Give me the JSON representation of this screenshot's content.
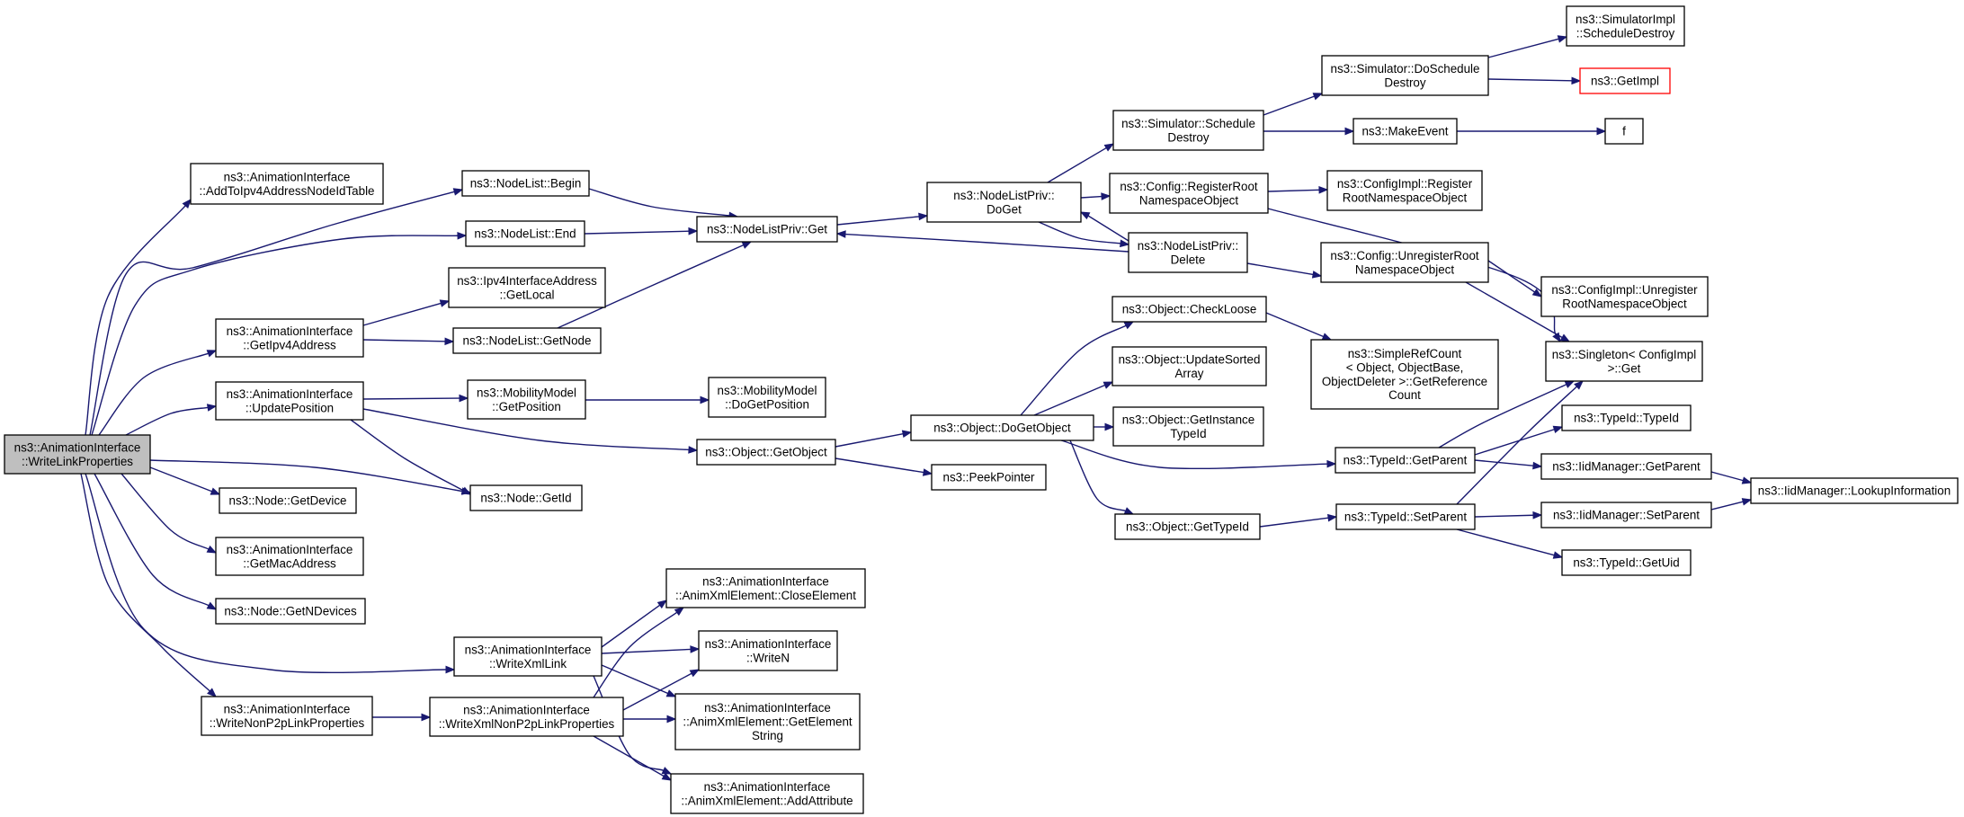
{
  "graph": {
    "colors": {
      "edge": "#191970",
      "root_fill": "#bfbfbf",
      "node_border": "#000000",
      "missing_border": "#ff0000"
    },
    "nodes": [
      {
        "id": "root",
        "lines": [
          "ns3::AnimationInterface",
          "::WriteLinkProperties"
        ],
        "style": "root"
      },
      {
        "id": "addIpv4",
        "lines": [
          "ns3::AnimationInterface",
          "::AddToIpv4AddressNodeIdTable"
        ]
      },
      {
        "id": "getIpv4Addr",
        "lines": [
          "ns3::AnimationInterface",
          "::GetIpv4Address"
        ]
      },
      {
        "id": "updatePos",
        "lines": [
          "ns3::AnimationInterface",
          "::UpdatePosition"
        ]
      },
      {
        "id": "getDevice",
        "lines": [
          "ns3::Node::GetDevice"
        ]
      },
      {
        "id": "getMac",
        "lines": [
          "ns3::AnimationInterface",
          "::GetMacAddress"
        ]
      },
      {
        "id": "getNDev",
        "lines": [
          "ns3::Node::GetNDevices"
        ]
      },
      {
        "id": "writeNonP2p",
        "lines": [
          "ns3::AnimationInterface",
          "::WriteNonP2pLinkProperties"
        ]
      },
      {
        "id": "nlBegin",
        "lines": [
          "ns3::NodeList::Begin"
        ]
      },
      {
        "id": "nlEnd",
        "lines": [
          "ns3::NodeList::End"
        ]
      },
      {
        "id": "ipv4Local",
        "lines": [
          "ns3::Ipv4InterfaceAddress",
          "::GetLocal"
        ]
      },
      {
        "id": "nlGetNode",
        "lines": [
          "ns3::NodeList::GetNode"
        ]
      },
      {
        "id": "mmGetPos",
        "lines": [
          "ns3::MobilityModel",
          "::GetPosition"
        ]
      },
      {
        "id": "nodeGetId",
        "lines": [
          "ns3::Node::GetId"
        ]
      },
      {
        "id": "writeXmlLink",
        "lines": [
          "ns3::AnimationInterface",
          "::WriteXmlLink"
        ]
      },
      {
        "id": "writeXmlNonP2p",
        "lines": [
          "ns3::AnimationInterface",
          "::WriteXmlNonP2pLinkProperties"
        ]
      },
      {
        "id": "nlpGet",
        "lines": [
          "ns3::NodeListPriv::Get"
        ]
      },
      {
        "id": "mmDoGetPos",
        "lines": [
          "ns3::MobilityModel",
          "::DoGetPosition"
        ]
      },
      {
        "id": "objGetObject",
        "lines": [
          "ns3::Object::GetObject"
        ]
      },
      {
        "id": "closeElem",
        "lines": [
          "ns3::AnimationInterface",
          "::AnimXmlElement::CloseElement"
        ]
      },
      {
        "id": "writeN",
        "lines": [
          "ns3::AnimationInterface",
          "::WriteN"
        ]
      },
      {
        "id": "getElemStr",
        "lines": [
          "ns3::AnimationInterface",
          "::AnimXmlElement::GetElement",
          "String"
        ]
      },
      {
        "id": "addAttr",
        "lines": [
          "ns3::AnimationInterface",
          "::AnimXmlElement::AddAttribute"
        ]
      },
      {
        "id": "nlpDoGet",
        "lines": [
          "ns3::NodeListPriv::",
          "DoGet"
        ]
      },
      {
        "id": "objDoGetObject",
        "lines": [
          "ns3::Object::DoGetObject"
        ]
      },
      {
        "id": "peekPtr",
        "lines": [
          "ns3::PeekPointer"
        ]
      },
      {
        "id": "simSchedDestroy",
        "lines": [
          "ns3::Simulator::Schedule",
          "Destroy"
        ]
      },
      {
        "id": "cfgRegRoot",
        "lines": [
          "ns3::Config::RegisterRoot",
          "NamespaceObject"
        ]
      },
      {
        "id": "nlpDelete",
        "lines": [
          "ns3::NodeListPriv::",
          "Delete"
        ]
      },
      {
        "id": "objCheckLoose",
        "lines": [
          "ns3::Object::CheckLoose"
        ]
      },
      {
        "id": "objUpdSorted",
        "lines": [
          "ns3::Object::UpdateSorted",
          "Array"
        ]
      },
      {
        "id": "objGetInst",
        "lines": [
          "ns3::Object::GetInstance",
          "TypeId"
        ]
      },
      {
        "id": "objGetTypeId",
        "lines": [
          "ns3::Object::GetTypeId"
        ]
      },
      {
        "id": "simDoSched",
        "lines": [
          "ns3::Simulator::DoSchedule",
          "Destroy"
        ]
      },
      {
        "id": "makeEvent",
        "lines": [
          "ns3::MakeEvent"
        ]
      },
      {
        "id": "cfgImplReg",
        "lines": [
          "ns3::ConfigImpl::Register",
          "RootNamespaceObject"
        ]
      },
      {
        "id": "cfgUnreg",
        "lines": [
          "ns3::Config::UnregisterRoot",
          "NamespaceObject"
        ]
      },
      {
        "id": "simpleRef",
        "lines": [
          "ns3::SimpleRefCount",
          "< Object, ObjectBase,",
          "ObjectDeleter >::GetReference",
          "Count"
        ]
      },
      {
        "id": "tidGetParent",
        "lines": [
          "ns3::TypeId::GetParent"
        ]
      },
      {
        "id": "tidSetParent",
        "lines": [
          "ns3::TypeId::SetParent"
        ]
      },
      {
        "id": "simImplSched",
        "lines": [
          "ns3::SimulatorImpl",
          "::ScheduleDestroy"
        ]
      },
      {
        "id": "getImpl",
        "lines": [
          "ns3::GetImpl"
        ],
        "style": "red"
      },
      {
        "id": "f",
        "lines": [
          "f"
        ]
      },
      {
        "id": "cfgImplUnreg",
        "lines": [
          "ns3::ConfigImpl::Unregister",
          "RootNamespaceObject"
        ]
      },
      {
        "id": "singleton",
        "lines": [
          "ns3::Singleton< ConfigImpl",
          " >::Get"
        ]
      },
      {
        "id": "tidTypeId",
        "lines": [
          "ns3::TypeId::TypeId"
        ]
      },
      {
        "id": "iidGetParent",
        "lines": [
          "ns3::IidManager::GetParent"
        ]
      },
      {
        "id": "iidSetParent",
        "lines": [
          "ns3::IidManager::SetParent"
        ]
      },
      {
        "id": "tidGetUid",
        "lines": [
          "ns3::TypeId::GetUid"
        ]
      },
      {
        "id": "iidLookup",
        "lines": [
          "ns3::IidManager::LookupInformation"
        ]
      }
    ]
  }
}
